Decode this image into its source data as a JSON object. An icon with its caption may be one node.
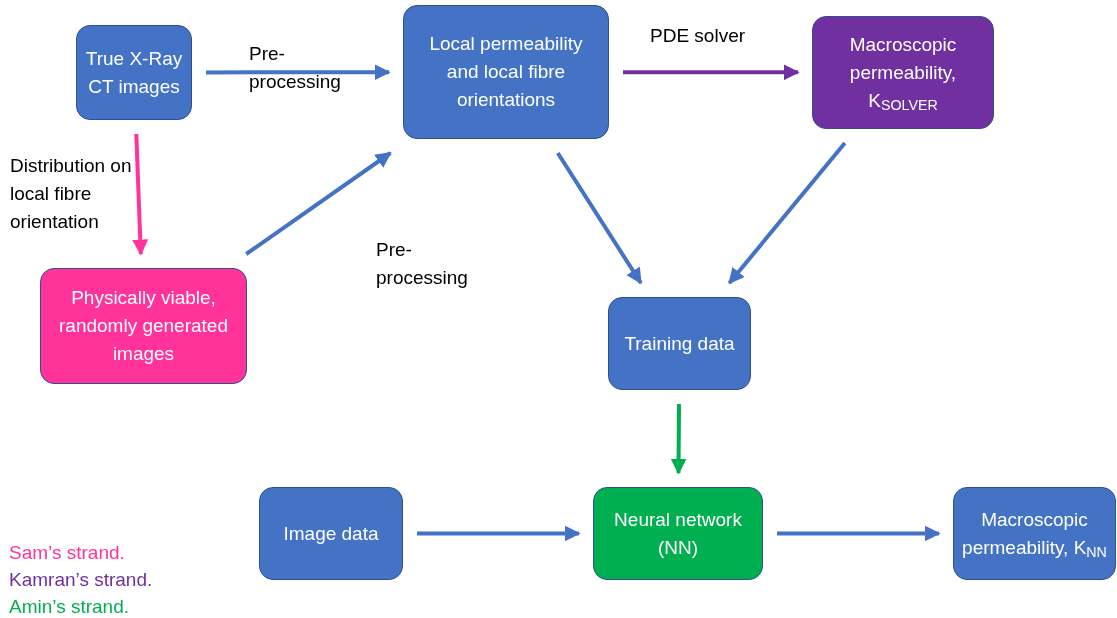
{
  "diagram": {
    "nodes": [
      {
        "text": [
          "True X-Ray CT images"
        ]
      },
      {
        "text": [
          "Local permeability and local fibre orientations"
        ]
      },
      {
        "text": [
          "Macroscopic permeability, K$_{SOLVER}$"
        ]
      },
      {
        "text": [
          "Physically viable, randomly generated images"
        ]
      },
      {
        "text": [
          "Training data"
        ]
      },
      {
        "text": [
          "Image data"
        ]
      },
      {
        "text": [
          "Neural network (NN)"
        ]
      },
      {
        "text": [
          "Macroscopic permeability, K$_{NN}$"
        ]
      }
    ],
    "edges": [
      {
        "from": 0,
        "to": 1,
        "arrow": "to",
        "label": "Pre- processing"
      },
      {
        "from": 1,
        "to": 2,
        "arrow": "to",
        "label": "PDE solver",
        "color": "#7030a0"
      },
      {
        "from": 0,
        "to": 3,
        "arrow": "to",
        "label": "Distribution on local fibre orientation",
        "color": "#ff3399"
      },
      {
        "from": 3,
        "to": 1,
        "arrow": "to",
        "label": "Pre- processing"
      },
      {
        "from": 1,
        "to": 4,
        "arrow": "to"
      },
      {
        "from": 2,
        "to": 4,
        "arrow": "to"
      },
      {
        "from": 4,
        "to": 6,
        "arrow": "to",
        "color": "#00b050"
      },
      {
        "from": 5,
        "to": 6,
        "arrow": "to"
      },
      {
        "from": 6,
        "to": 7,
        "arrow": "to"
      }
    ],
    "legend": [
      {
        "text": "Sam’s strand.",
        "color": "#ff3399"
      },
      {
        "text": "Kamran’s strand.",
        "color": "#7030a0"
      },
      {
        "text": "Amin’s strand.",
        "color": "#00b050"
      }
    ]
  }
}
